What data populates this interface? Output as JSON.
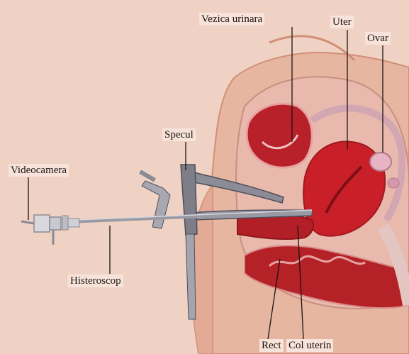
{
  "labels": {
    "bladder": "Vezica urinara",
    "uterus": "Uter",
    "ovary": "Ovar",
    "speculum": "Specul",
    "videocamera": "Videocamera",
    "hysteroscope": "Histeroscop",
    "rectum": "Rect",
    "cervix": "Col uterin"
  },
  "colors": {
    "background": "#f0d2c4",
    "skin": "#e7b6a0",
    "tissue_red": "#c0242a",
    "organ_pink": "#c9a0b4",
    "label_bg": "#f7e3da"
  }
}
